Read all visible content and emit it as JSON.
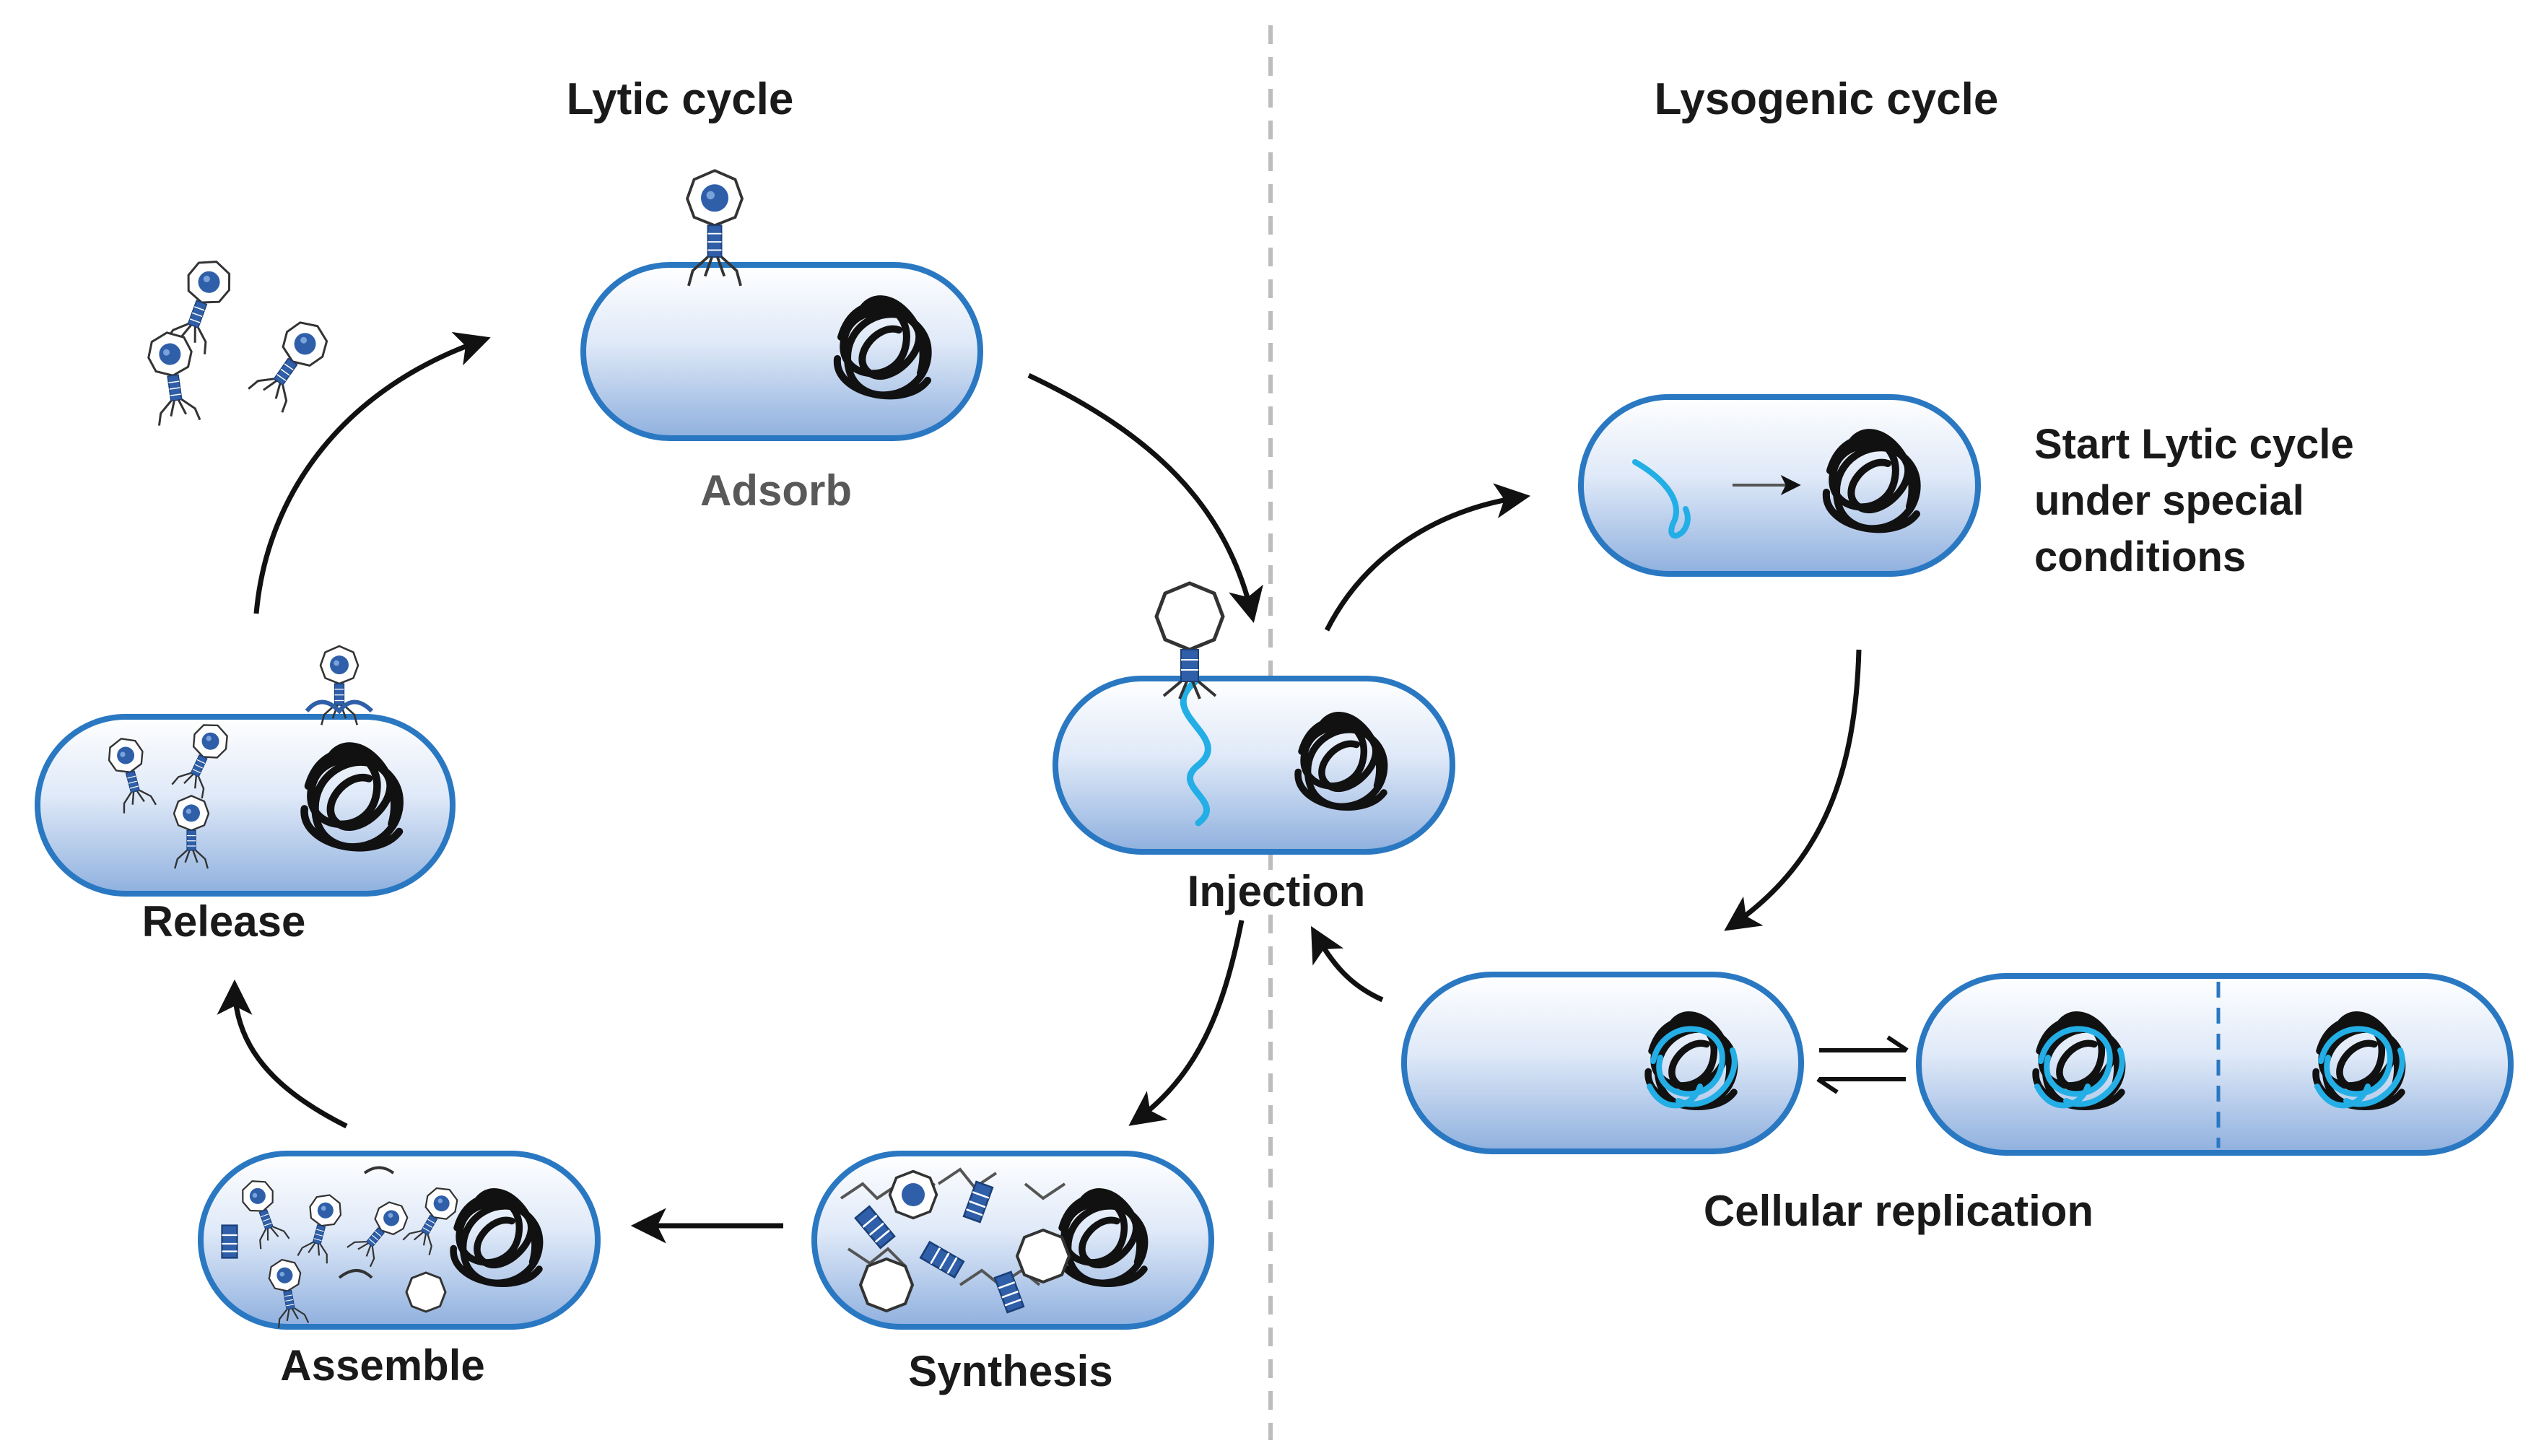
{
  "titles": {
    "lytic": "Lytic cycle",
    "lysogenic": "Lysogenic cycle"
  },
  "stages": {
    "adsorb": "Adsorb",
    "injection": "Injection",
    "synthesis": "Synthesis",
    "assemble": "Assemble",
    "release": "Release",
    "replication": "Cellular replication"
  },
  "note": {
    "line1": "Start Lytic cycle",
    "line2": "under special",
    "line3": "conditions"
  },
  "colors": {
    "cell_edge": "#2a78c2",
    "cell_fill_light": "#eef4fc",
    "cell_fill_dark": "#9ab8e2",
    "phage_blue": "#2f5fa8",
    "phage_dna": "#23aee6",
    "host_dna": "#111111",
    "arrow": "#111111",
    "divider": "#bdbdbd"
  }
}
